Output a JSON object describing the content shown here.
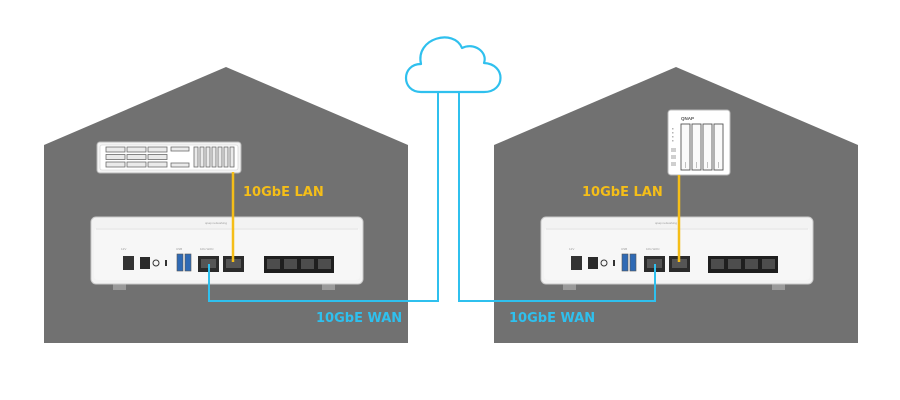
{
  "colors": {
    "house": "#717171",
    "lan_link": "#f5be18",
    "wan_link": "#2fc0ee",
    "device_body": "#f3f3f3",
    "device_outline": "#c9c9c9"
  },
  "labels": {
    "left_lan": "10GbE LAN",
    "right_lan": "10GbE LAN",
    "left_wan": "10GbE WAN",
    "right_wan": "10GbE WAN",
    "nas_brand": "QNAP"
  },
  "icons": {
    "internet": "cloud-icon",
    "left_storage": "rack-server-icon",
    "right_storage": "tower-nas-icon",
    "router": "router-icon"
  }
}
